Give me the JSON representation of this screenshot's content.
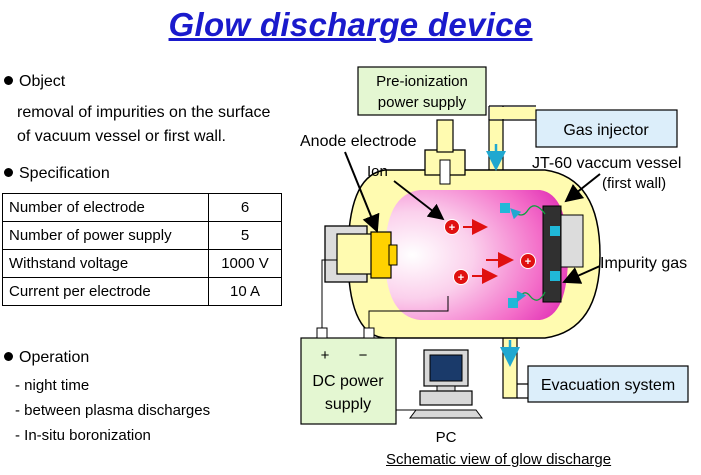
{
  "title": "Glow discharge device",
  "object": {
    "heading": "Object",
    "line1": "removal of impurities on the surface",
    "line2": "of vacuum vessel or first wall."
  },
  "specification": {
    "heading": "Specification",
    "rows": [
      {
        "name": "Number of electrode",
        "value": "6"
      },
      {
        "name": "Number of power supply",
        "value": "5"
      },
      {
        "name": "Withstand voltage",
        "value": "1000 V"
      },
      {
        "name": "Current per electrode",
        "value": "10 A"
      }
    ]
  },
  "operation": {
    "heading": "Operation",
    "items": [
      "- night time",
      "- between plasma discharges",
      "- In-situ boronization"
    ]
  },
  "diagram": {
    "preionization_line1": "Pre-ionization",
    "preionization_line2": "power supply",
    "gas_injector": "Gas injector",
    "anode_electrode": "Anode electrode",
    "ion": "Ion",
    "vessel_line1": "JT-60 vaccum vessel",
    "vessel_line2": "(first wall)",
    "impurity_gas": "Impurity gas",
    "evacuation": "Evacuation system",
    "dc_plus": "+",
    "dc_minus": "−",
    "dc_line1": "DC power",
    "dc_line2": "supply",
    "pc": "PC",
    "caption": "Schematic view of glow discharge"
  },
  "colors": {
    "title": "#1a1acc",
    "box_green": "#e4f7d2",
    "box_blue": "#dceefa",
    "vessel_yellow": "#fffbb0",
    "plasma_pink": "#f040c0",
    "electrode_yellow": "#ffd200",
    "impurity_cyan": "#20b8d8",
    "ion_red": "#e01010"
  }
}
